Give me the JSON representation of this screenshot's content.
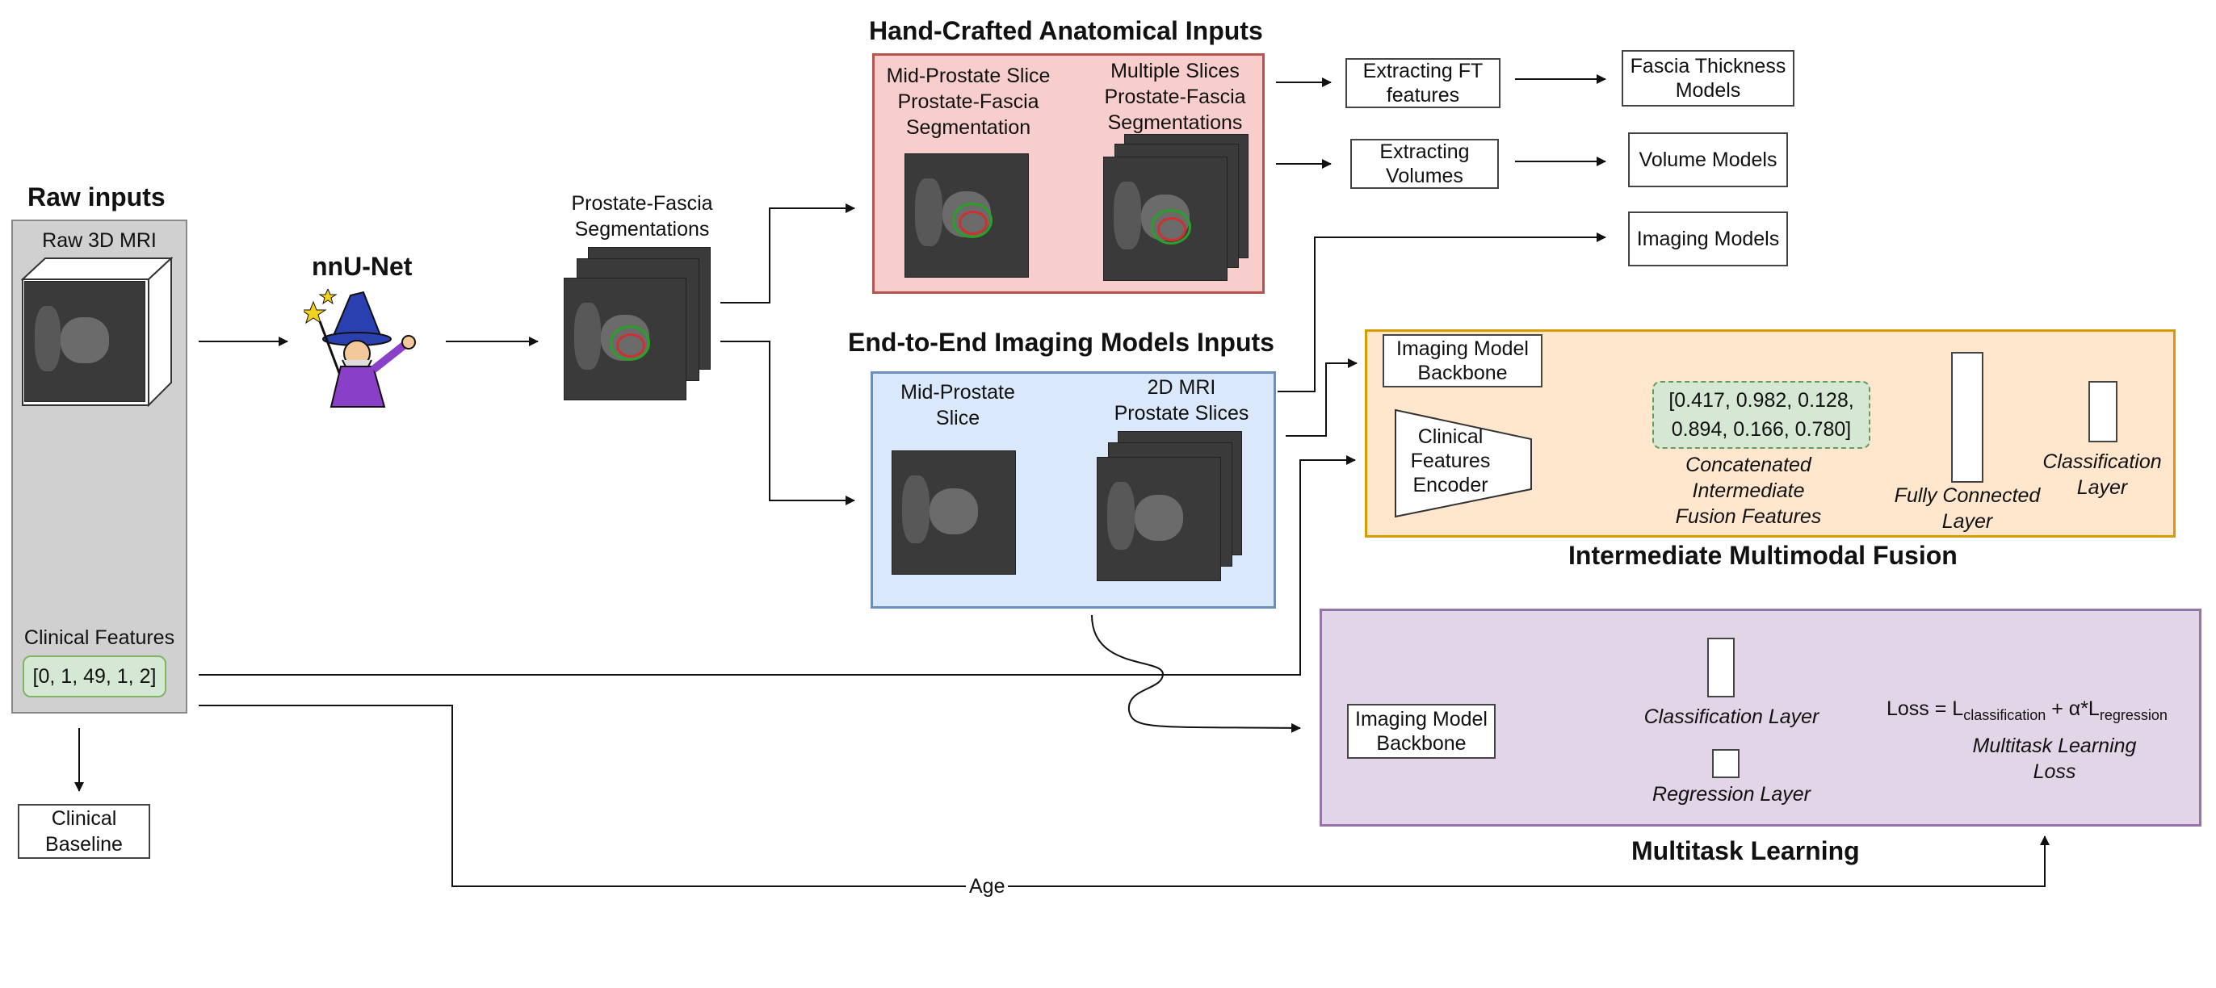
{
  "headings": {
    "raw_inputs": "Raw inputs",
    "nnunet": "nnU-Net",
    "hand_crafted": "Hand-Crafted Anatomical Inputs",
    "end_to_end": "End-to-End Imaging Models Inputs",
    "intermediate_fusion": "Intermediate Multimodal Fusion",
    "multitask": "Multitask Learning"
  },
  "raw": {
    "mri_label": "Raw 3D MRI",
    "clinical_label": "Clinical Features",
    "clinical_vector": "[0, 1, 49, 1, 2]"
  },
  "clinical_baseline": [
    "Clinical",
    "Baseline"
  ],
  "segmentations_label": [
    "Prostate-Fascia",
    "Segmentations"
  ],
  "hand_crafted": {
    "mid_slice": [
      "Mid-Prostate Slice",
      "Prostate-Fascia",
      "Segmentation"
    ],
    "multi_slices": [
      "Multiple Slices",
      "Prostate-Fascia",
      "Segmentations"
    ]
  },
  "end_to_end": {
    "mid_slice": [
      "Mid-Prostate",
      "Slice"
    ],
    "mri_slices": [
      "2D MRI",
      "Prostate Slices"
    ]
  },
  "boxes": {
    "extract_ft": [
      "Extracting FT",
      "features"
    ],
    "extract_vol": [
      "Extracting",
      "Volumes"
    ],
    "fascia_models": [
      "Fascia Thickness",
      "Models"
    ],
    "volume_models": "Volume Models",
    "imaging_models": "Imaging Models"
  },
  "fusion": {
    "backbone": [
      "Imaging Model",
      "Backbone"
    ],
    "encoder": [
      "Clinical",
      "Features",
      "Encoder"
    ],
    "vector": [
      "[0.417, 0.982, 0.128,",
      "0.894, 0.166, 0.780]"
    ],
    "concat_caption": [
      "Concatenated Intermediate",
      "Fusion Features"
    ],
    "fc_caption": [
      "Fully Connected",
      "Layer"
    ],
    "cls_caption": [
      "Classification",
      "Layer"
    ]
  },
  "multitask": {
    "backbone": [
      "Imaging Model",
      "Backbone"
    ],
    "cls_caption": "Classification Layer",
    "reg_caption": "Regression Layer",
    "loss_prefix": "Loss = L",
    "loss_sub1": "classification",
    "loss_mid": " + α*L",
    "loss_sub2": "regression",
    "loss_caption": [
      "Multitask Learning",
      "Loss"
    ]
  },
  "age_label": "Age",
  "colors": {
    "raw_panel_fill": "#d0d0d0",
    "hand_crafted_fill": "#f8cecc",
    "hand_crafted_border": "#b85450",
    "end_to_end_fill": "#dae8fc",
    "end_to_end_border": "#6c8ebf",
    "fusion_fill": "#ffe6cc",
    "fusion_border": "#d79b00",
    "multitask_fill": "#e1d5e7",
    "multitask_border": "#9673a6",
    "vector_fill": "#d5e8d4"
  }
}
